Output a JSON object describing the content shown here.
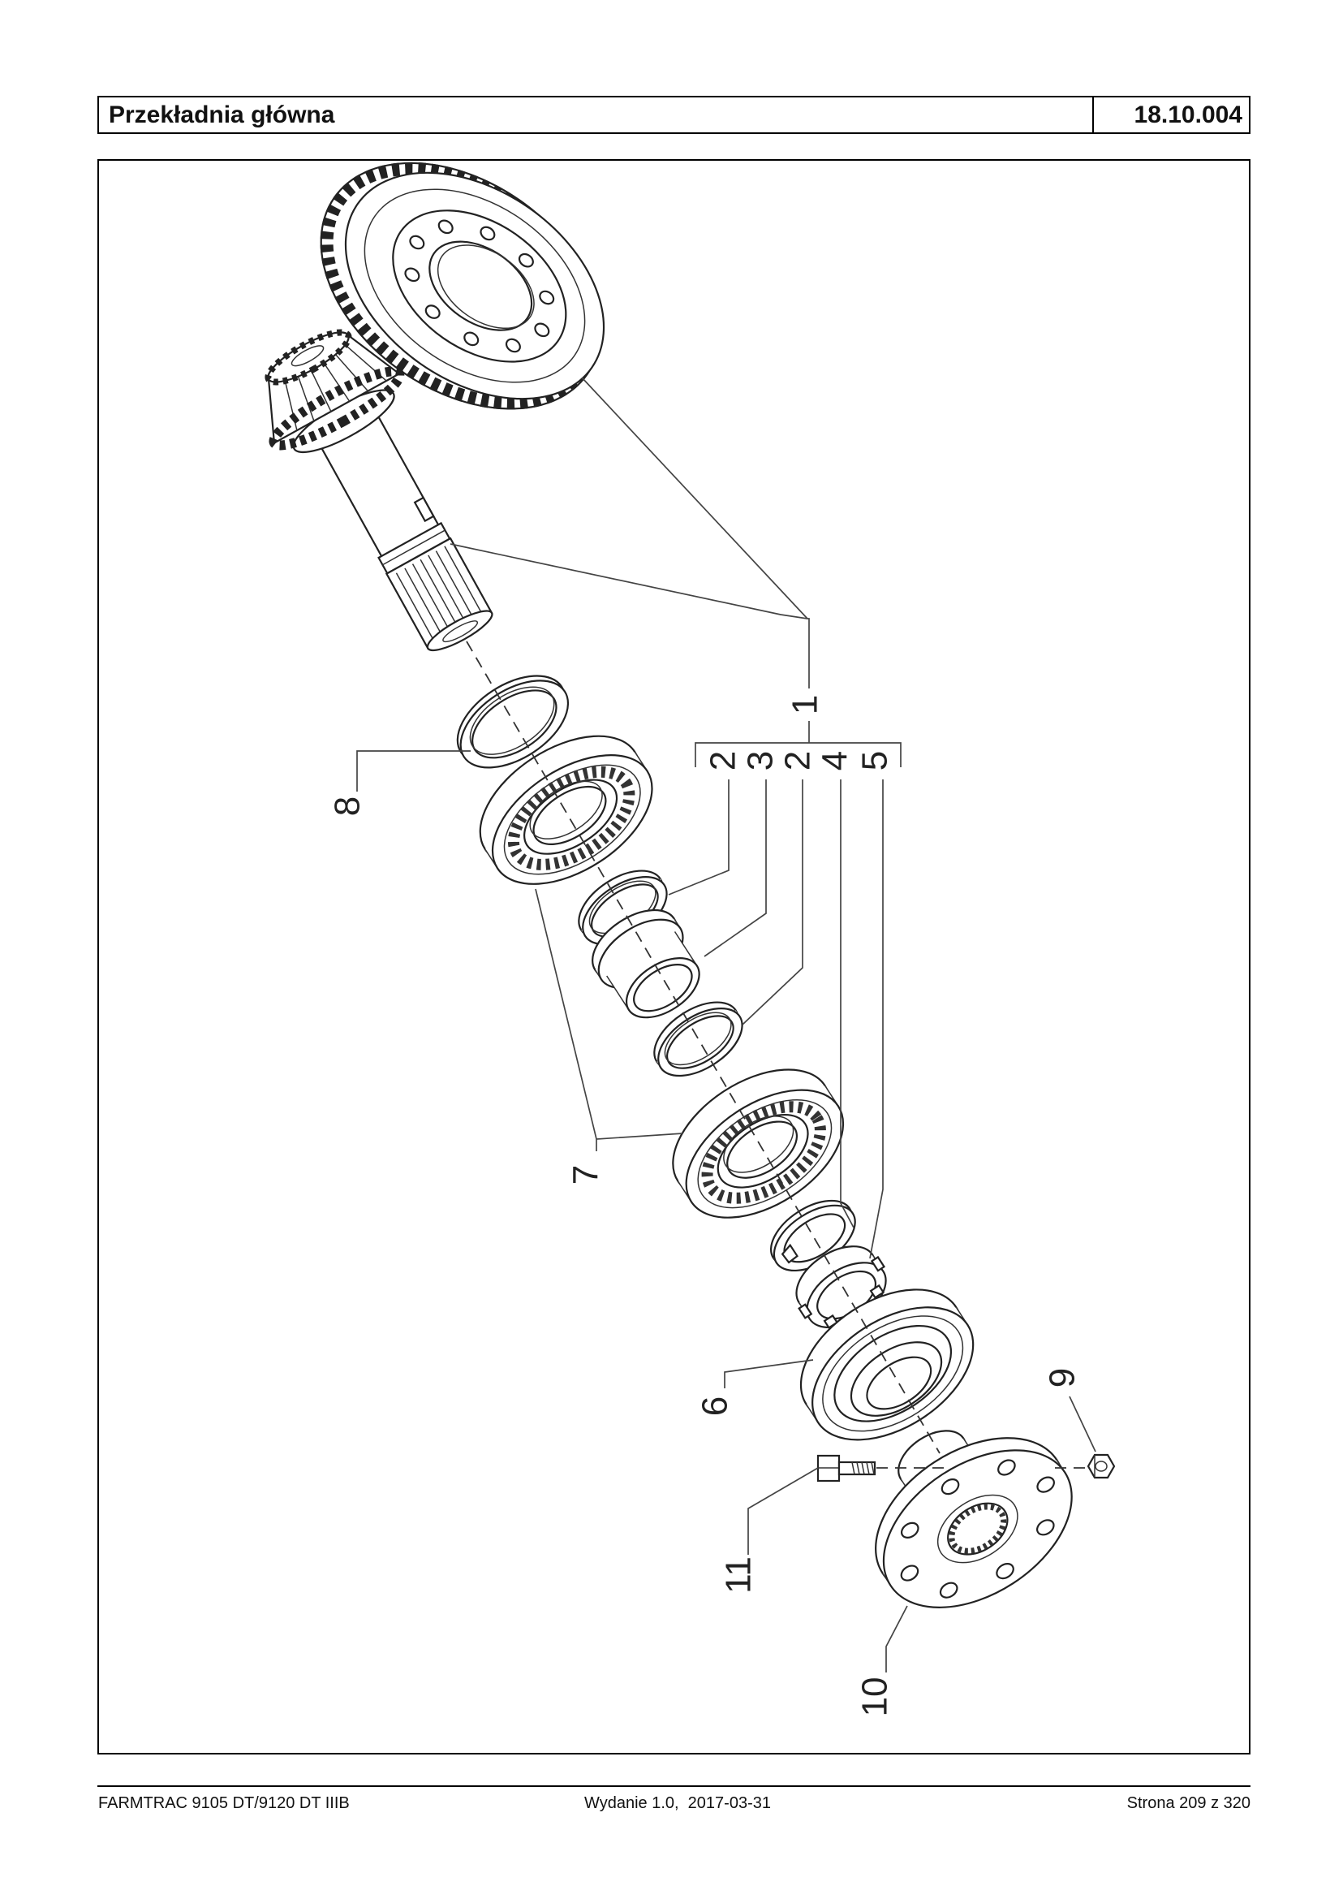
{
  "header": {
    "title": "Przekładnia główna",
    "code": "18.10.004"
  },
  "diagram": {
    "labels": {
      "p1": "1",
      "p2a": "2",
      "p3": "3",
      "p2b": "2",
      "p4": "4",
      "p5": "5",
      "p6": "6",
      "p7": "7",
      "p8": "8",
      "p9": "9",
      "p10": "10",
      "p11": "11"
    }
  },
  "footer": {
    "model": "FARMTRAC 9105 DT/9120 DT IIIB",
    "edition": "Wydanie 1.0,  2017-03-31",
    "page": "Strona 209 z 320"
  }
}
